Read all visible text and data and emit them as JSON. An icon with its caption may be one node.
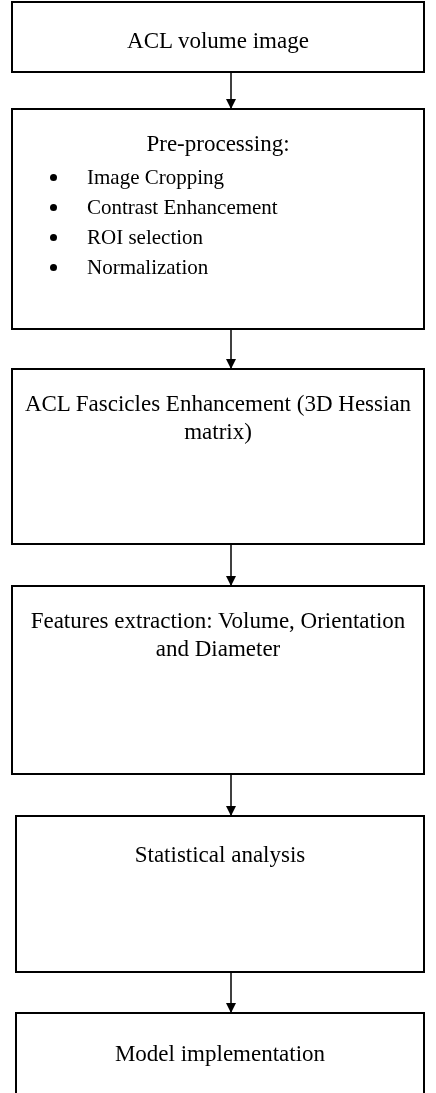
{
  "diagram": {
    "nodes": [
      {
        "text": [
          "ACL volume image"
        ]
      },
      {
        "text": [
          "Pre-processing:",
          "Image Cropping",
          "Contrast Enhancement",
          "ROI selection",
          "Normalization"
        ]
      },
      {
        "text": [
          "ACL Fascicles Enhancement (3D Hessian matrix)"
        ]
      },
      {
        "text": [
          "Features extraction: Volume, Orientation and Diameter"
        ]
      },
      {
        "text": [
          "Statistical analysis"
        ]
      },
      {
        "text": [
          "Model implementation"
        ]
      }
    ],
    "edges": [
      {
        "from": 0,
        "to": 1,
        "arrow": "to"
      },
      {
        "from": 1,
        "to": 2,
        "arrow": "to"
      },
      {
        "from": 2,
        "to": 3,
        "arrow": "to"
      },
      {
        "from": 3,
        "to": 4,
        "arrow": "to"
      },
      {
        "from": 4,
        "to": 5,
        "arrow": "to"
      }
    ]
  }
}
